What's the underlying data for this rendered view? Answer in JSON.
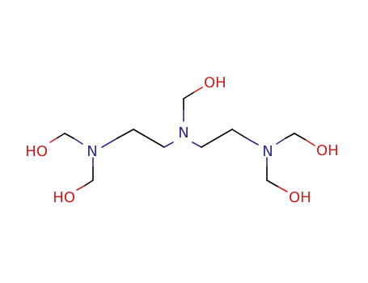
{
  "atom_labels": {
    "n_left": "N",
    "n_center": "N",
    "n_right": "N",
    "oh_top": "OH",
    "ho_left_upper": "HO",
    "ho_left_lower": "HO",
    "oh_right_upper": "OH",
    "oh_right_lower": "OH"
  },
  "colors": {
    "carbon_bond": "#000000",
    "nitrogen": "#2b2b8c",
    "oxygen": "#cc1f1f",
    "background": "#ffffff"
  }
}
